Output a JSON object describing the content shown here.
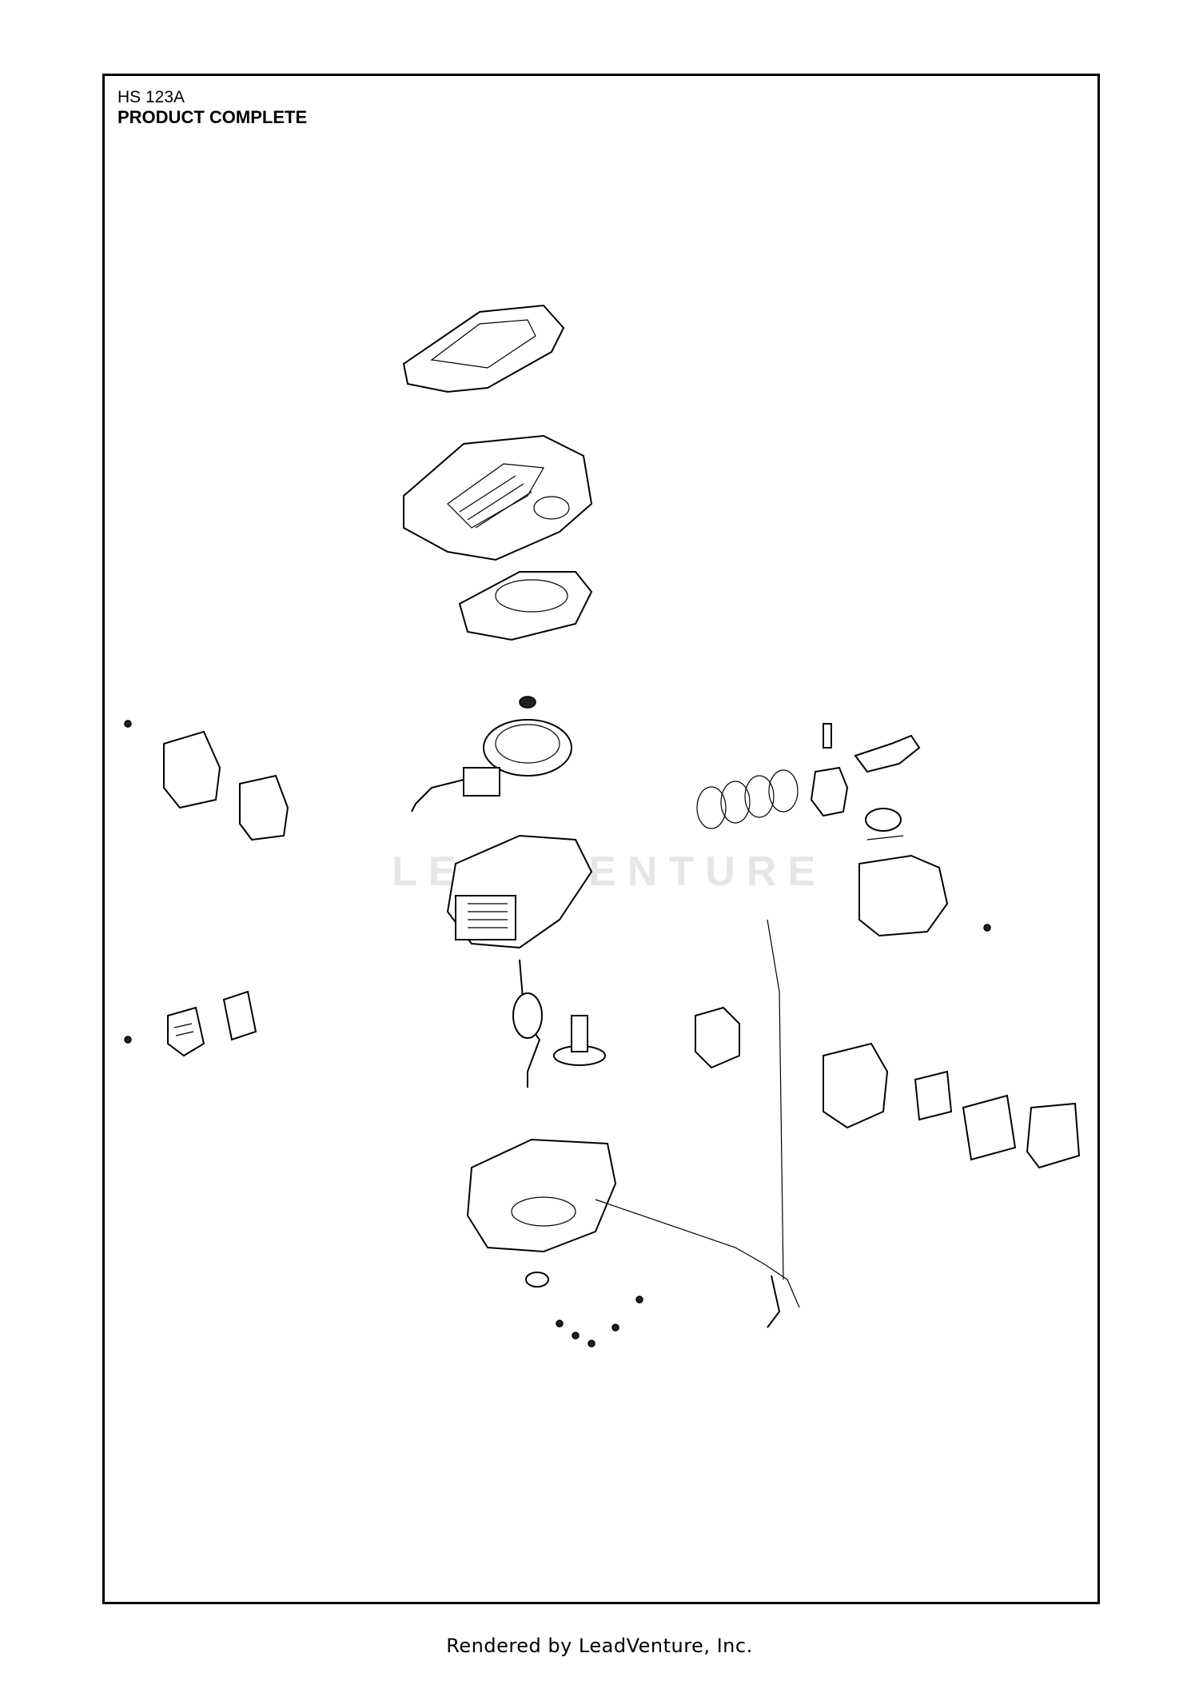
{
  "header": {
    "model": "HS 123A",
    "title": "PRODUCT COMPLETE"
  },
  "watermark": "LEADVENTURE",
  "footer": {
    "credit": "Rendered by LeadVenture, Inc."
  }
}
